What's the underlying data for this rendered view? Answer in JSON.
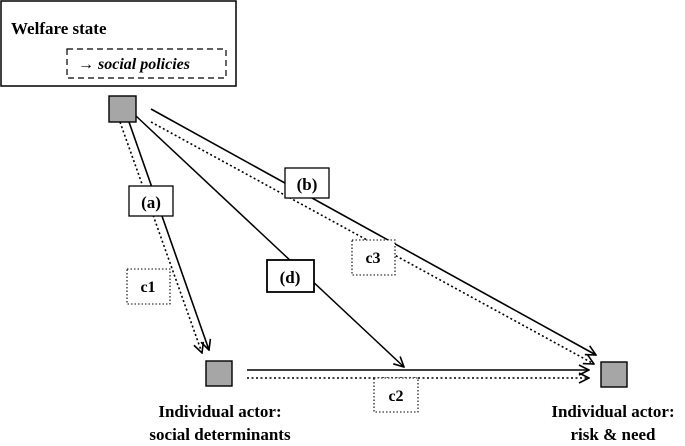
{
  "header": {
    "title": "Welfare state",
    "subtitle_arrow": "→",
    "subtitle": "social policies"
  },
  "nodes": {
    "determinants_line1": "Individual actor:",
    "determinants_line2": "social determinants",
    "need_line1": "Individual actor:",
    "need_line2": "risk & need"
  },
  "paths": {
    "a": "(a)",
    "b": "(b)",
    "d": "(d)",
    "c1": "c1",
    "c2": "c2",
    "c3": "c3"
  },
  "colors": {
    "node_fill": "#a6a6a6",
    "stroke": "#000000"
  }
}
